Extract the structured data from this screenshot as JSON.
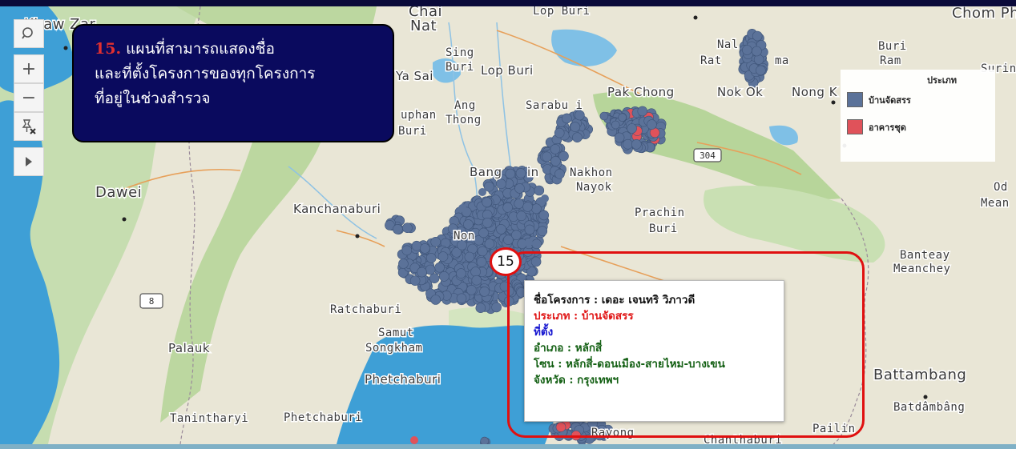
{
  "map": {
    "labels": {
      "khaw_zar": "Khaw Zar",
      "chai_nat": "Chai\nNat",
      "lop_buri_top": "Lop Buri",
      "chom_phra": "Chom Phr",
      "sing_buri": "Sing",
      "sing_buri2": "Buri",
      "lop_buri": "Lop Buri",
      "ya_sai": "Ya Sai",
      "buri_ram": "Buri",
      "buri_ram2": "Ram",
      "surin": "Surin",
      "nak": "Nal",
      "rat": "Rat",
      "ma": "ma",
      "nok_ok": "Nok Ok",
      "nong_k": "Nong K",
      "pak_chong": "Pak Chong",
      "suphan": "uphan",
      "suphan2": "Buri",
      "ang_thong": "Ang",
      "ang_thong2": "Thong",
      "saraburi": "Sarabu i",
      "road_304": "304",
      "bang": "Bang",
      "in": "in",
      "nakhon": "Nakhon",
      "nayok": "Nayok",
      "dawei": "Dawei",
      "od": "Od",
      "mean": "Mean",
      "kanchanaburi": "Kanchanaburi",
      "prachin": "Prachin",
      "prachin2": "Buri",
      "non": "Non",
      "banteay": "Banteay",
      "meanchey": "Meanchey",
      "road_8": "8",
      "ratchaburi": "Ratchaburi",
      "samut": "Samut",
      "songkham": "Songkham",
      "palauk": "Palauk",
      "phetchaburi_1": "Phetchaburi",
      "battambang": "Battambang",
      "tanintharyi": "Tanintharyi",
      "phetchaburi_2": "Phetchaburi",
      "batdambang": "Batdâmbâng",
      "rayong": "Rayong",
      "pailin": "Pailin",
      "chanthaburi": "Chanthaburi"
    }
  },
  "toolbar": {
    "search_icon": "search-icon",
    "zoom_in": "+",
    "zoom_out": "−",
    "clear_icon": "clear-pins-icon",
    "expand_icon": "play-icon"
  },
  "callout": {
    "number": "15.",
    "line1": " แผนที่สามารถแสดงชื่อ",
    "line2": "และที่ตั้งโครงการของทุกโครงการ",
    "line3": "ที่อยู่ในช่วงสำรวจ"
  },
  "legend": {
    "title": "ประเภท",
    "items": [
      {
        "label": "บ้านจัดสรร",
        "color": "#5b7299"
      },
      {
        "label": "อาคารชุด",
        "color": "#e0525a"
      }
    ]
  },
  "popup": {
    "project": "ชื่อโครงการ : เดอะ เจนทริ วิภาวดี",
    "type": "ประเภท : บ้านจัดสรร",
    "location": "ที่ตั้ง",
    "district": "อำเภอ : หลักสี่",
    "zone": "โซน  : หลักสี่-ดอนเมือง-สายไหม-บางเขน",
    "province": "จังหวัด : กรุงเทพฯ"
  },
  "badge": {
    "number": "15"
  },
  "colors": {
    "point": "#5b7299",
    "condo": "#e0525a",
    "sea": "#3e9fd6",
    "land": "#e9e6d6",
    "forest": "#b9d69a",
    "callout_bg": "#0a0a5e",
    "highlight": "#e01010"
  }
}
